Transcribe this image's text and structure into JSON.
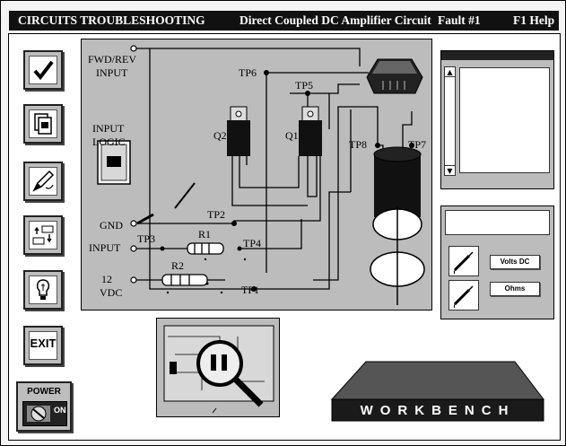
{
  "header": {
    "title": "CIRCUITS TROUBLESHOOTING",
    "circuit_name": "Direct Coupled DC Amplifier Circuit",
    "fault": "Fault #1",
    "help": "F1 Help"
  },
  "toolbar": {
    "icons": [
      "checkmark-icon",
      "documents-icon",
      "pencil-icon",
      "swap-arrows-icon",
      "lightbulb-icon"
    ],
    "exit_label": "EXIT"
  },
  "power": {
    "label": "POWER",
    "state_label": "ON"
  },
  "circuit": {
    "labels": {
      "fwd_rev_1": "FWD/REV",
      "fwd_rev_2": "INPUT",
      "input_logic_1": "INPUT",
      "input_logic_2": "LOGIC",
      "gnd": "GND",
      "input": "INPUT",
      "v12_1": "12",
      "v12_2": "VDC",
      "q1": "Q1",
      "q2": "Q2",
      "r1": "R1",
      "r2": "R2",
      "tp1": "TP1",
      "tp2": "TP2",
      "tp3": "TP3",
      "tp4": "TP4",
      "tp5": "TP5",
      "tp6": "TP6",
      "tp7": "TP7",
      "tp8": "TP8"
    }
  },
  "meter": {
    "volts_label": "Volts DC",
    "ohms_label": "Ohms"
  },
  "scroll": {
    "up_icon": "arrow-up-icon",
    "down_icon": "arrow-down-icon"
  },
  "workbench": {
    "label": "WORKBENCH"
  },
  "colors": {
    "panel_gray": "#bcbcbc",
    "title_bg": "#111111"
  }
}
